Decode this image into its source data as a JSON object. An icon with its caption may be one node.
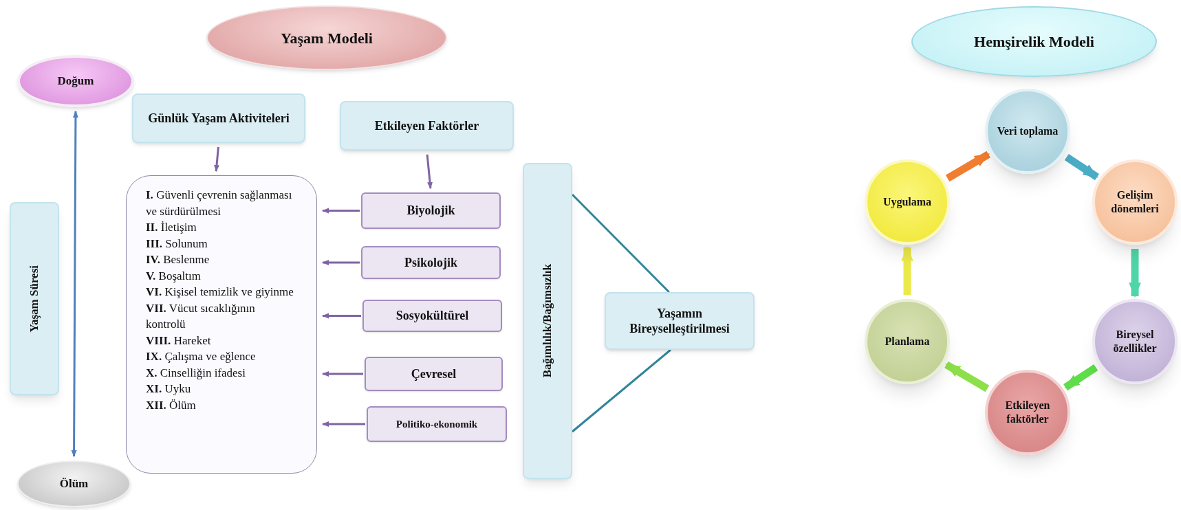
{
  "diagram": {
    "nodes": [
      {
        "text": [
          "Yaşam Modeli"
        ]
      },
      {
        "text": [
          "Doğum"
        ]
      },
      {
        "text": [
          "Günlük Yaşam Aktiviteleri"
        ]
      },
      {
        "text": [
          "Etkileyen Faktörler"
        ]
      },
      {
        "text": [
          "**I.** Güvenli çevrenin sağlanması ve sürdürülmesi",
          "**II.** İletişim",
          "**III.** Solunum",
          "**IV.** Beslenme",
          "**V.** Boşaltım",
          "**VI.** Kişisel temizlik ve giyinme",
          "**VII.** Vücut sıcaklığının kontrolü",
          "**VIII.** Hareket",
          "**IX.** Çalışma ve eğlence",
          "**X.** Cinselliğin ifadesi",
          "**XI.** Uyku",
          "**XII.** Ölüm"
        ]
      },
      {
        "text": [
          "Biyolojik"
        ]
      },
      {
        "text": [
          "Psikolojik"
        ]
      },
      {
        "text": [
          "Sosyokültürel"
        ]
      },
      {
        "text": [
          "Çevresel"
        ]
      },
      {
        "text": [
          "Politiko-ekonomik"
        ]
      },
      {
        "text": [
          "Yaşam Süresi"
        ]
      },
      {
        "text": [
          "Ölüm"
        ]
      },
      {
        "text": [
          "Bağımlılık/Bağımsızlık"
        ]
      },
      {
        "text": [
          "Yaşamın Bireyselleştirilmesi"
        ]
      },
      {
        "text": [
          "Hemşirelik Modeli"
        ]
      },
      {
        "text": [
          "Veri toplama"
        ]
      },
      {
        "text": [
          "Gelişim dönemleri"
        ]
      },
      {
        "text": [
          "Bireysel özellikler"
        ]
      },
      {
        "text": [
          "Etkileyen faktörler"
        ]
      },
      {
        "text": [
          "Planlama"
        ]
      },
      {
        "text": [
          "Uygulama"
        ]
      }
    ],
    "edges": [
      {
        "from": 1,
        "to": 11,
        "arrow": "both",
        "color": "#4f81bd"
      },
      {
        "from": 2,
        "to": 4,
        "arrow": "to"
      },
      {
        "from": 3,
        "to": 5,
        "arrow": "to"
      },
      {
        "from": 5,
        "to": 4,
        "arrow": "to"
      },
      {
        "from": 6,
        "to": 4,
        "arrow": "to"
      },
      {
        "from": 7,
        "to": 4,
        "arrow": "to"
      },
      {
        "from": 8,
        "to": 4,
        "arrow": "to"
      },
      {
        "from": 9,
        "to": 4,
        "arrow": "to"
      },
      {
        "from": 12,
        "to": 13,
        "arrow": "none",
        "color": "#31849b"
      },
      {
        "from": 12,
        "to": 13,
        "arrow": "none",
        "color": "#31849b"
      },
      {
        "from": 15,
        "to": 16,
        "arrow": "to",
        "style": "thick",
        "color": "#4bacc6"
      },
      {
        "from": 16,
        "to": 17,
        "arrow": "to",
        "style": "thick",
        "color": "#4fd6a8"
      },
      {
        "from": 17,
        "to": 18,
        "arrow": "to",
        "style": "thick",
        "color": "#5fdd4a"
      },
      {
        "from": 18,
        "to": 19,
        "arrow": "to",
        "style": "thick",
        "color": "#8ee04a"
      },
      {
        "from": 19,
        "to": 20,
        "arrow": "to",
        "style": "thick",
        "color": "#ecea4a"
      },
      {
        "from": 20,
        "to": 15,
        "arrow": "to",
        "style": "thick",
        "color": "#f07d30"
      }
    ]
  }
}
